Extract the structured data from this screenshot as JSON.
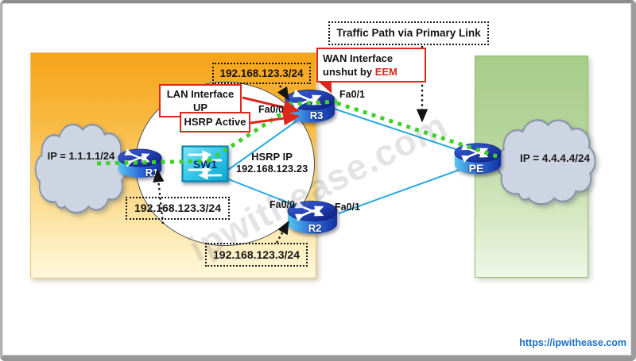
{
  "diagram": {
    "title_annotation": "Traffic Path via Primary Link",
    "annotations": {
      "wan_line1": "WAN Interface",
      "wan_line2_prefix": "unshut by ",
      "wan_line2_highlight": "EEM",
      "lan_line1": "LAN Interface",
      "lan_line2": "UP",
      "hsrp_active": "HSRP Active"
    },
    "hsrp": {
      "title": "HSRP IP",
      "ip": "192.168.123.23"
    },
    "ip_labels": {
      "near_r3": "192.168.123.3/24",
      "near_r1": "192.168.123.3/24",
      "near_r2": "192.168.123.3/24"
    },
    "clouds": {
      "left_ip": "IP = 1.1.1.1/24",
      "right_ip": "IP = 4.4.4.4/24"
    },
    "devices": {
      "r1": {
        "label": "R1",
        "icon": "router-icon"
      },
      "r2": {
        "label": "R2",
        "icon": "router-icon"
      },
      "r3": {
        "label": "R3",
        "icon": "router-icon"
      },
      "sw1": {
        "label": "SW1",
        "icon": "switch-icon"
      },
      "pe": {
        "label": "PE",
        "icon": "router-icon"
      }
    },
    "interfaces": {
      "r3_lan": "Fa0/0",
      "r3_wan": "Fa0/1",
      "r2_lan": "Fa0/0",
      "r2_wan": "Fa0/1"
    },
    "watermark": "ipwithease.com",
    "footer_url": "https://ipwithease.com",
    "colors": {
      "accent_red": "#DE261B",
      "link_blue": "#29A9DF",
      "path_green": "#3FD02A",
      "panel_orange": "#F6A31A",
      "panel_green": "#A7CD89",
      "cloud_fill": "#CDD5E2",
      "url_blue": "#1B6FC4"
    }
  }
}
